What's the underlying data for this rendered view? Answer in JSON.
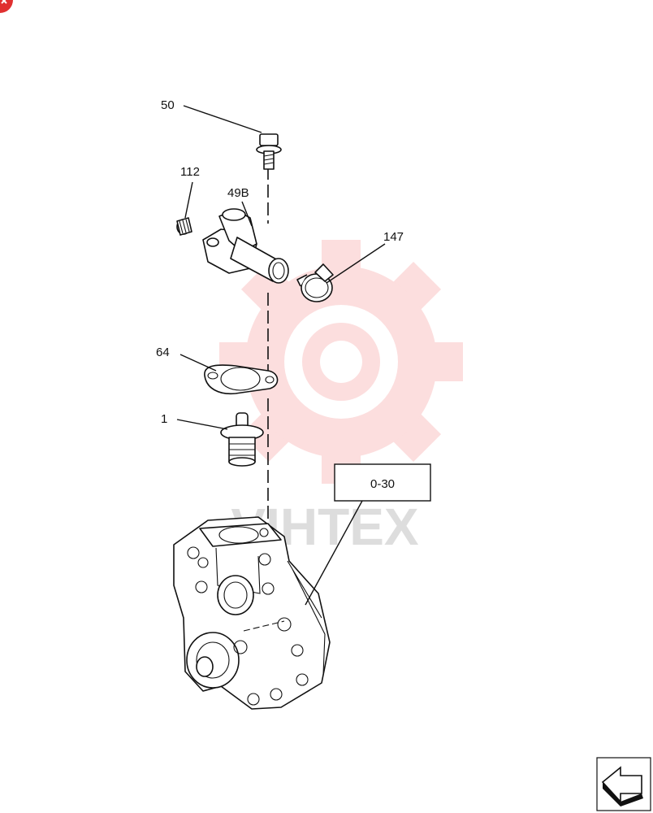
{
  "watermark": {
    "text": "VIHTEX",
    "gear_color": "#f26b6b"
  },
  "callouts": {
    "bolt": "50",
    "plug": "112",
    "outlet_pipe": "49B",
    "hose_clamp": "147",
    "gasket": "64",
    "thermostat": "1"
  },
  "reference_box": {
    "label": "0-30"
  },
  "icons": {
    "corner_badge": "red-badge-icon",
    "navigation": "back-arrow-icon"
  }
}
